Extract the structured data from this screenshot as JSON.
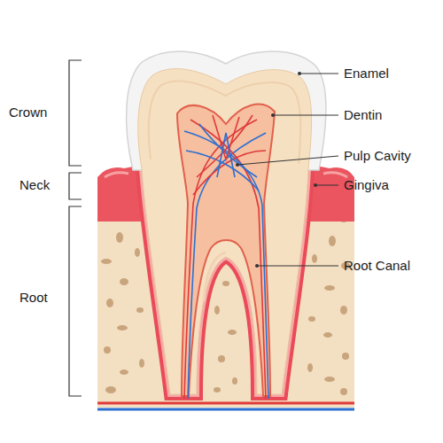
{
  "diagram": {
    "labels": [
      "Crown",
      "Neck",
      "Root",
      "Enamel",
      "Dentin",
      "Pulp Cavity",
      "Gingiva",
      "Root Canal"
    ]
  }
}
